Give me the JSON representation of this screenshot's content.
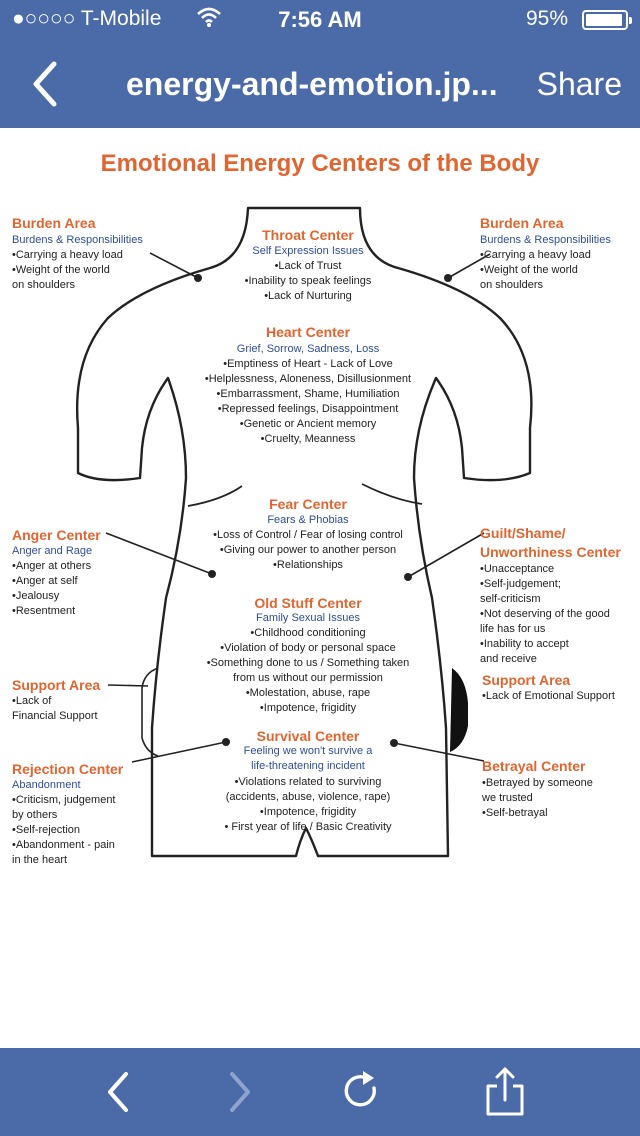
{
  "status_bar": {
    "carrier": "●○○○○ T-Mobile",
    "time": "7:56 AM",
    "battery_percent": "95%",
    "battery_level": 0.95
  },
  "nav": {
    "title": "energy-and-emotion.jp...",
    "share_label": "Share"
  },
  "diagram": {
    "title": "Emotional Energy Centers of the Body",
    "burden_left": {
      "heading": "Burden Area",
      "subheading": "Burdens & Responsibilities",
      "items": [
        "•Carrying a heavy load",
        "•Weight of the world",
        " on shoulders"
      ]
    },
    "burden_right": {
      "heading": "Burden Area",
      "subheading": "Burdens & Responsibilities",
      "items": [
        "•Carrying a heavy load",
        "•Weight of the world",
        " on shoulders"
      ]
    },
    "throat": {
      "heading": "Throat Center",
      "subheading": "Self Expression Issues",
      "items": [
        "•Lack of Trust",
        "•Inability to speak feelings",
        "•Lack of Nurturing"
      ]
    },
    "heart": {
      "heading": "Heart Center",
      "subheading": "Grief, Sorrow, Sadness, Loss",
      "items": [
        "•Emptiness of Heart - Lack of Love",
        "•Helplessness, Aloneness, Disillusionment",
        "•Embarrassment, Shame, Humiliation",
        "•Repressed feelings, Disappointment",
        "•Genetic or Ancient memory",
        "•Cruelty, Meanness"
      ]
    },
    "fear": {
      "heading": "Fear Center",
      "subheading": "Fears & Phobias",
      "items": [
        "•Loss of Control / Fear of losing control",
        "•Giving our power to another person",
        "•Relationships"
      ]
    },
    "anger": {
      "heading": "Anger Center",
      "subheading": "Anger and Rage",
      "items": [
        "•Anger at others",
        "•Anger at self",
        "•Jealousy",
        "•Resentment"
      ]
    },
    "guilt": {
      "heading_line1": "Guilt/Shame/",
      "heading_line2": "Unworthiness Center",
      "items": [
        "•Unacceptance",
        "•Self-judgement;",
        " self-criticism",
        "•Not deserving of the good",
        " life has for us",
        "•Inability to accept",
        " and receive"
      ]
    },
    "old_stuff": {
      "heading": "Old Stuff Center",
      "subheading": "Family Sexual Issues",
      "items": [
        "•Childhood conditioning",
        "•Violation of body or personal space",
        "•Something done to us / Something taken",
        "from us without our permission",
        "•Molestation, abuse, rape",
        "•Impotence, frigidity"
      ]
    },
    "support_left": {
      "heading": "Support Area",
      "items": [
        "•Lack of",
        " Financial Support"
      ]
    },
    "support_right": {
      "heading": "Support Area",
      "items": [
        "•Lack of Emotional Support"
      ]
    },
    "survival": {
      "heading": "Survival Center",
      "subheading_line1": "Feeling we won't survive a",
      "subheading_line2": "life-threatening incident",
      "items": [
        "•Violations related to surviving",
        "(accidents, abuse, violence, rape)",
        "•Impotence, frigidity",
        "• First year of life / Basic Creativity"
      ]
    },
    "rejection": {
      "heading": "Rejection Center",
      "subheading": "Abandonment",
      "items": [
        "•Criticism, judgement",
        " by others",
        "•Self-rejection",
        "•Abandonment - pain",
        " in the heart"
      ]
    },
    "betrayal": {
      "heading": "Betrayal Center",
      "items": [
        "•Betrayed by someone",
        " we trusted",
        "•Self-betrayal"
      ]
    }
  },
  "toolbar": {
    "icons": [
      "chevron-left-icon",
      "chevron-right-icon",
      "reload-icon",
      "share-icon"
    ]
  },
  "colors": {
    "bar": "#4a6aa8",
    "heading": "#e06530",
    "subheading": "#2f4e96"
  }
}
